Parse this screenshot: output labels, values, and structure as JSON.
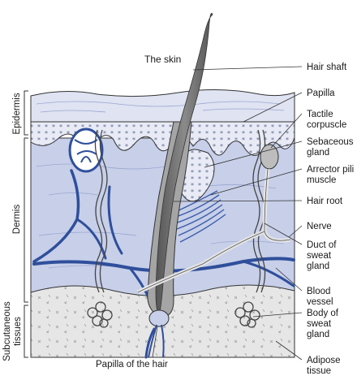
{
  "figure": {
    "title": "The skin",
    "bottom_caption": "Papilla of the hair",
    "layer_labels": [
      "Epidermis",
      "Dermis",
      "Subcutaneous tissues"
    ],
    "right_labels": [
      [
        "Hair shaft"
      ],
      [
        "Papilla"
      ],
      [
        "Tactile",
        "corpuscle"
      ],
      [
        "Sebaceous",
        "gland"
      ],
      [
        "Arrector pili",
        "muscle"
      ],
      [
        "Hair root"
      ],
      [
        "Nerve"
      ],
      [
        "Duct of",
        "sweat",
        "gland"
      ],
      [
        "Blood",
        "vessel"
      ],
      [
        "Body of",
        "sweat",
        "gland"
      ],
      [
        "Adipose",
        "tissue"
      ]
    ]
  },
  "colors": {
    "epidermis": "#dfe3f2",
    "dermis": "#c7cfe9",
    "subcutaneous": "#e4e4e4",
    "hair": "#6e6e6e",
    "vessel": "#2f4f9b",
    "muscle": "#3a5ca8",
    "line": "#333333"
  }
}
